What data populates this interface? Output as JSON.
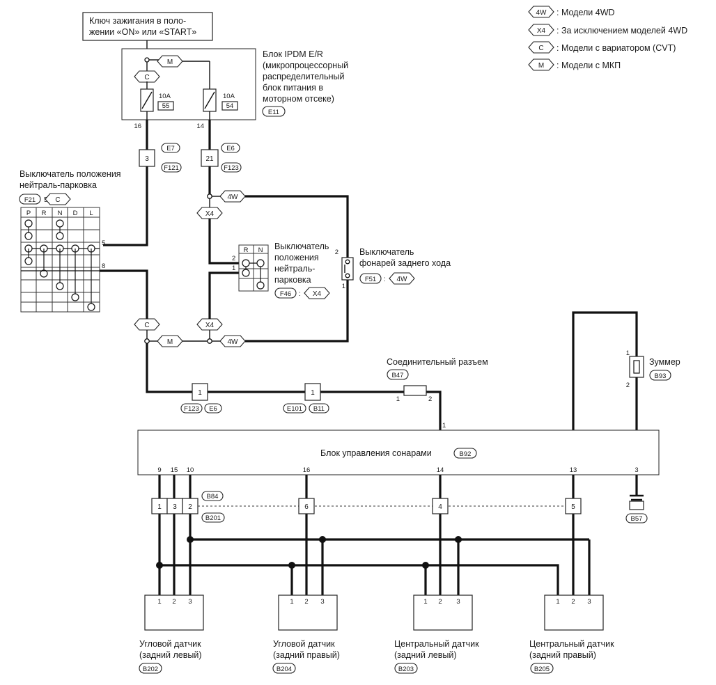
{
  "ignition": {
    "line1": "Ключ зажигания в поло-",
    "line2": "жении «ON» или «START»"
  },
  "legend": [
    {
      "tag": "4W",
      "text": ": Модели 4WD"
    },
    {
      "tag": "X4",
      "text": ": За исключением моделей 4WD"
    },
    {
      "tag": "C",
      "text": ": Модели с вариатором (CVT)"
    },
    {
      "tag": "M",
      "text": ": Модели с МКП"
    }
  ],
  "ipdm": {
    "lines": [
      "Блок IPDM E/R",
      "(микропроцессорный",
      "распределительный",
      "блок питания в",
      "моторном отсеке)"
    ],
    "conn": "E11",
    "fuse1": {
      "amp": "10A",
      "num": "55"
    },
    "fuse2": {
      "amp": "10A",
      "num": "54"
    },
    "pin_left": "16",
    "pin_right": "14"
  },
  "tags": {
    "c": "C",
    "m": "M",
    "w4": "4W",
    "x4": "X4"
  },
  "conn_e7": {
    "pin": "3",
    "top": "E7",
    "bottom": "F121"
  },
  "conn_e6": {
    "pin": "21",
    "top": "E6",
    "bottom": "F123"
  },
  "cvt_switch": {
    "line1": "Выключатель положения",
    "line2": "нейтраль-парковка",
    "conn": "F21",
    "cols": [
      "P",
      "R",
      "N",
      "D",
      "L"
    ],
    "pin5": "5",
    "pin8": "8"
  },
  "mt_switch": {
    "lines": [
      "Выключатель",
      "положения",
      "нейтраль-",
      "парковка"
    ],
    "cols": [
      "R",
      "N"
    ],
    "pin2": "2",
    "pin1": "1",
    "conn": "F46"
  },
  "reverse_switch": {
    "line1": "Выключатель",
    "line2": "фонарей заднего хода",
    "pin2": "2",
    "pin1": "1",
    "conn": "F51"
  },
  "connector_f123": {
    "pin": "1",
    "a": "F123",
    "b": "E6"
  },
  "connector_e101": {
    "pin": "1",
    "a": "E101",
    "b": "B11"
  },
  "joint": {
    "label": "Соединительный разъем",
    "conn": "B47",
    "pin1": "1",
    "pin2": "2"
  },
  "buzzer": {
    "label": "Зуммер",
    "conn": "B93",
    "pin1": "1",
    "pin2": "2"
  },
  "sonar_unit": {
    "label": "Блок управления сонарами",
    "conn": "B92",
    "top_pins": [
      "1",
      "6",
      "2"
    ],
    "bottom_pins": [
      "9",
      "15",
      "10",
      "16",
      "14",
      "13",
      "3"
    ]
  },
  "mid_connector": {
    "pins": [
      "1",
      "3",
      "2",
      "6",
      "4",
      "5"
    ],
    "conn_a": "B84",
    "conn_b": "B201"
  },
  "ground": {
    "conn": "B57"
  },
  "sensors": [
    {
      "line1": "Угловой датчик",
      "line2": "(задний левый)",
      "conn": "B202",
      "pins": [
        "1",
        "2",
        "3"
      ]
    },
    {
      "line1": "Угловой датчик",
      "line2": "(задний правый)",
      "conn": "B204",
      "pins": [
        "1",
        "2",
        "3"
      ]
    },
    {
      "line1": "Центральный датчик",
      "line2": "(задний левый)",
      "conn": "B203",
      "pins": [
        "1",
        "2",
        "3"
      ]
    },
    {
      "line1": "Центральный датчик",
      "line2": "(задний правый)",
      "conn": "B205",
      "pins": [
        "1",
        "2",
        "3"
      ]
    }
  ]
}
